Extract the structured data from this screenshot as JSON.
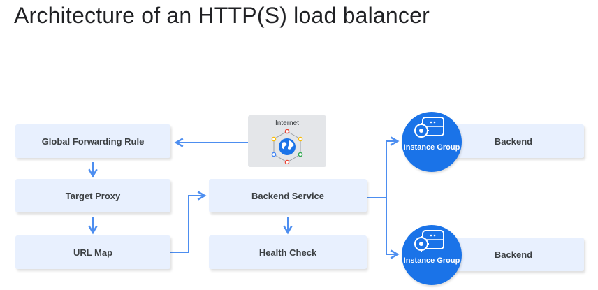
{
  "title": "Architecture of an HTTP(S) load balancer",
  "nodes": {
    "global_forwarding_rule": "Global Forwarding Rule",
    "target_proxy": "Target Proxy",
    "url_map": "URL Map",
    "backend_service": "Backend Service",
    "health_check": "Health Check",
    "internet": "Internet",
    "instance_group_1": "Instance Group",
    "instance_group_2": "Instance Group",
    "backend_1": "Backend",
    "backend_2": "Backend"
  },
  "colors": {
    "arrow": "#4d8ef0",
    "box_fill": "#e8f0fe",
    "instance_group": "#1a73e8",
    "internet_box": "#e4e6e9"
  },
  "icons": [
    "globe-icon",
    "instance-group-icon"
  ]
}
